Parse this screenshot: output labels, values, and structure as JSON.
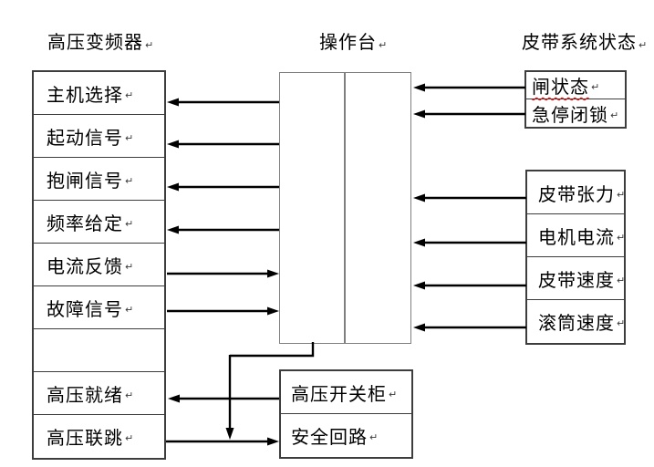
{
  "headers": {
    "left": "高压变频器",
    "middle": "操作台",
    "right": "皮带系统状态"
  },
  "marks": {
    "eol": "↵"
  },
  "left_table": {
    "rows": [
      {
        "label": "主机选择"
      },
      {
        "label": "起动信号"
      },
      {
        "label": "抱闸信号"
      },
      {
        "label": "频率给定"
      },
      {
        "label": "电流反馈"
      },
      {
        "label": "故障信号"
      },
      {
        "label": ""
      },
      {
        "label": "高压就绪"
      },
      {
        "label": "高压联跳"
      }
    ]
  },
  "right_top_table": {
    "rows": [
      {
        "label": "闸状态",
        "misspelled": true
      },
      {
        "label": "急停闭锁"
      }
    ]
  },
  "right_bottom_table": {
    "rows": [
      {
        "label": "皮带张力"
      },
      {
        "label": "电机电流"
      },
      {
        "label": "皮带速度"
      },
      {
        "label": "滚筒速度"
      }
    ]
  },
  "switchgear_table": {
    "rows": [
      {
        "label": "高压开关柜"
      },
      {
        "label": "安全回路"
      }
    ]
  },
  "colors": {
    "arrow": "#000000",
    "table_border": "#3d3d3d",
    "console_border": "#7f7f7f",
    "spell": "#e00000",
    "eol": "#3a3a3a"
  },
  "connections": [
    {
      "from": "操作台",
      "to": "主机选择"
    },
    {
      "from": "操作台",
      "to": "起动信号"
    },
    {
      "from": "操作台",
      "to": "抱闸信号"
    },
    {
      "from": "操作台",
      "to": "频率给定"
    },
    {
      "from": "电流反馈",
      "to": "操作台"
    },
    {
      "from": "故障信号",
      "to": "操作台"
    },
    {
      "from": "闸状态",
      "to": "操作台"
    },
    {
      "from": "急停闭锁",
      "to": "操作台"
    },
    {
      "from": "皮带张力",
      "to": "操作台"
    },
    {
      "from": "电机电流",
      "to": "操作台"
    },
    {
      "from": "皮带速度",
      "to": "操作台"
    },
    {
      "from": "滚筒速度",
      "to": "操作台"
    },
    {
      "from": "高压开关柜",
      "to": "高压就绪"
    },
    {
      "from": "高压联跳",
      "to": "安全回路"
    },
    {
      "from": "操作台",
      "to": "高压联跳-安全回路连线"
    }
  ]
}
